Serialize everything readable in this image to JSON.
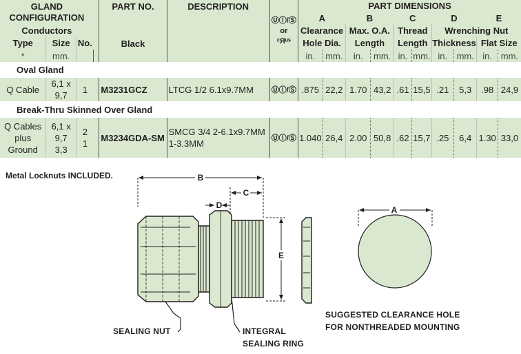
{
  "header": {
    "gland_configuration": "GLAND\nCONFIGURATION",
    "conductors": "Conductors",
    "type": "Type",
    "size": "Size",
    "no": "No.",
    "type_note": "*",
    "size_unit": "mm.",
    "part_no": "PART NO.",
    "part_color": "Black",
    "description": "DESCRIPTION",
    "approval_or": "or",
    "part_dimensions": "PART DIMENSIONS",
    "dims": [
      {
        "letter": "A",
        "name1": "Clearance",
        "name2": "Hole Dia."
      },
      {
        "letter": "B",
        "name1": "Max. O.A.",
        "name2": "Length"
      },
      {
        "letter": "C",
        "name1": "Thread",
        "name2": "Length"
      },
      {
        "letter": "D",
        "name1": "Wrenching Nut",
        "name2": "Thickness"
      },
      {
        "letter": "E",
        "name1": "",
        "name2": "Flat Size"
      }
    ],
    "unit_in": "in.",
    "unit_mm": "mm."
  },
  "sections": {
    "oval": "Oval Gland",
    "breakthru": "Break-Thru Skinned Over Gland"
  },
  "rows": [
    {
      "type": "Q Cable",
      "size": "6,1 x 9,7",
      "no": "1",
      "part": "M3231GCZ",
      "desc": "LTCG 1/2 6.1x9.7MM",
      "cert": "UL/CSA",
      "a_in": ".875",
      "a_mm": "22,2",
      "b_in": "1.70",
      "b_mm": "43,2",
      "c_in": ".61",
      "c_mm": "15,5",
      "d_in": ".21",
      "d_mm": "5,3",
      "e_in": ".98",
      "e_mm": "24,9"
    },
    {
      "type_lines": [
        "Q Cables",
        "plus",
        "Ground"
      ],
      "size_lines": [
        "6,1 x 9,7",
        "3,3"
      ],
      "no_lines": [
        "2",
        "1"
      ],
      "part": "M3234GDA-SM",
      "desc_lines": [
        "SMCG 3/4 2-6.1x9.7MM",
        "1-3.3MM"
      ],
      "cert": "UL/CSA",
      "a_in": "1.040",
      "a_mm": "26,4",
      "b_in": "2.00",
      "b_mm": "50,8",
      "c_in": ".62",
      "c_mm": "15,7",
      "d_in": ".25",
      "d_mm": "6,4",
      "e_in": "1.30",
      "e_mm": "33,0"
    }
  ],
  "note": "Metal Locknuts INCLUDED.",
  "drawing": {
    "label_b": "B",
    "label_c": "C",
    "label_d": "D",
    "label_e": "E",
    "label_a": "A",
    "sealing_nut": "SEALING NUT",
    "integral_1": "INTEGRAL",
    "integral_2": "SEALING RING",
    "suggest_1": "SUGGESTED CLEARANCE HOLE",
    "suggest_2": "FOR NONTHREADED MOUNTING",
    "fill_color": "#d9e8cf"
  }
}
